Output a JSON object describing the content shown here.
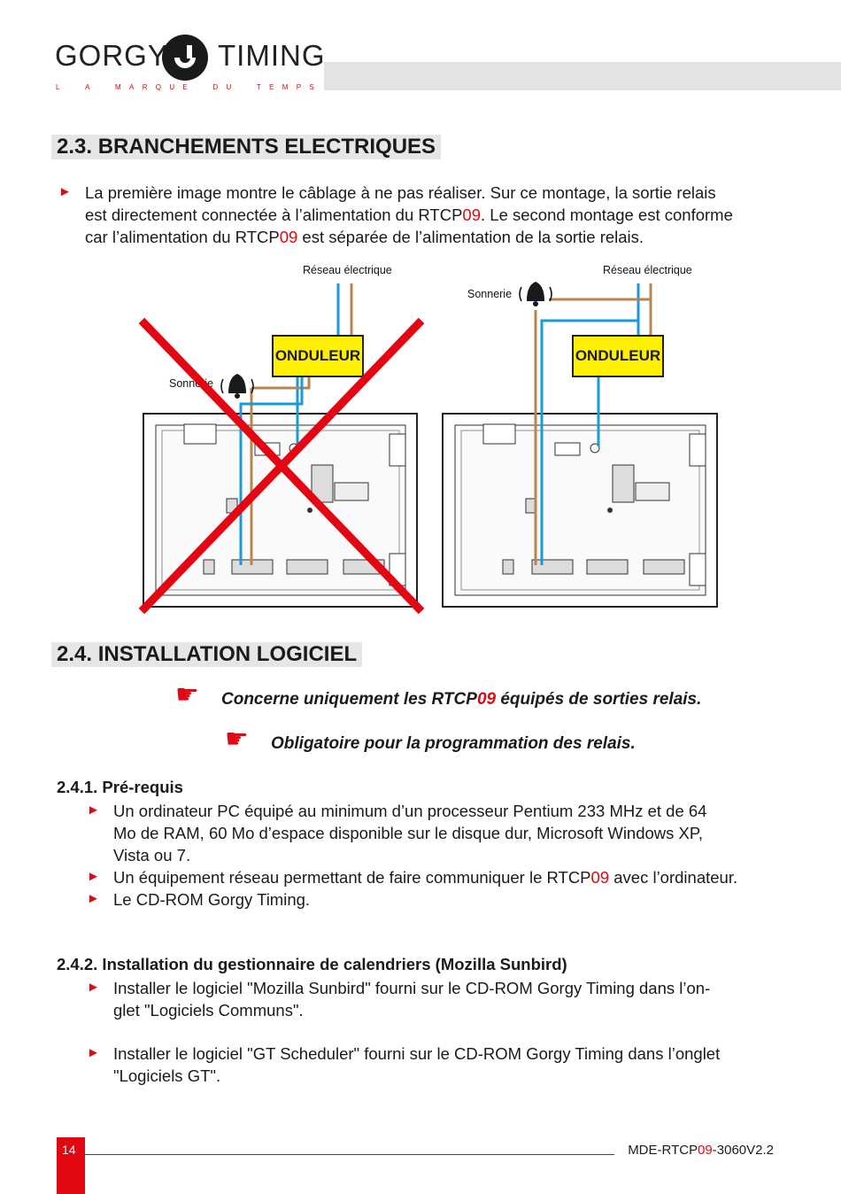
{
  "header": {
    "logo_left": "GORGY",
    "logo_right": "TIMING",
    "tagline": [
      "L",
      "A",
      "M",
      "A",
      "R",
      "Q",
      "U",
      "E",
      "D",
      "U",
      "T",
      "E",
      "M",
      "P",
      "S"
    ],
    "accent_color": "#e30613"
  },
  "section_2_3": {
    "title": "2.3. BRANCHEMENTS ELECTRIQUES",
    "para": {
      "t1": "La première image montre le câblage à ne pas réaliser. Sur ce montage, la sortie relais",
      "t2": "est directement connectée à l’alimentation du RTCP",
      "t3": "09",
      "t4": ". Le second montage est conforme",
      "t5": "car l’alimentation du RTCP",
      "t6": "09",
      "t7": " est séparée de l’alimentation de la sortie relais."
    },
    "diagram": {
      "mains_label": "Réseau électrique",
      "bell_label": "Sonnerie",
      "ups_label": "ONDULEUR"
    }
  },
  "section_2_4": {
    "title": "2.4. INSTALLATION LOGICIEL",
    "note1": {
      "a": "Concerne uniquement les RTCP",
      "b": "09",
      "c": " équipés de sorties relais."
    },
    "note2": "Obligatoire pour la programmation des relais.",
    "sub1": {
      "title": "2.4.1. Pré-requis",
      "b1_l1": "Un ordinateur PC équipé au minimum d’un processeur Pentium 233 MHz et de 64",
      "b1_l2": "Mo de RAM, 60 Mo d’espace disponible sur le disque dur, Microsoft Windows XP,",
      "b1_l3": "Vista ou 7.",
      "b2_a": "Un équipement réseau permettant de faire communiquer le RTCP",
      "b2_b": "09",
      "b2_c": " avec l’ordinateur.",
      "b3": "Le CD-ROM Gorgy Timing."
    },
    "sub2": {
      "title": "2.4.2. Installation du gestionnaire de calendriers (Mozilla Sunbird)",
      "b1_l1": "Installer le logiciel \"Mozilla Sunbird\" fourni sur le CD-ROM Gorgy Timing dans l’on-",
      "b1_l2": "glet \"Logiciels Communs\".",
      "b2_l1": "Installer le logiciel \"GT Scheduler\" fourni sur le CD-ROM Gorgy Timing dans l’onglet",
      "b2_l2": "\"Logiciels GT\"."
    }
  },
  "footer": {
    "page": "14",
    "ref_a": "MDE-RTCP",
    "ref_b": "09",
    "ref_c": "-3060V2.2"
  }
}
